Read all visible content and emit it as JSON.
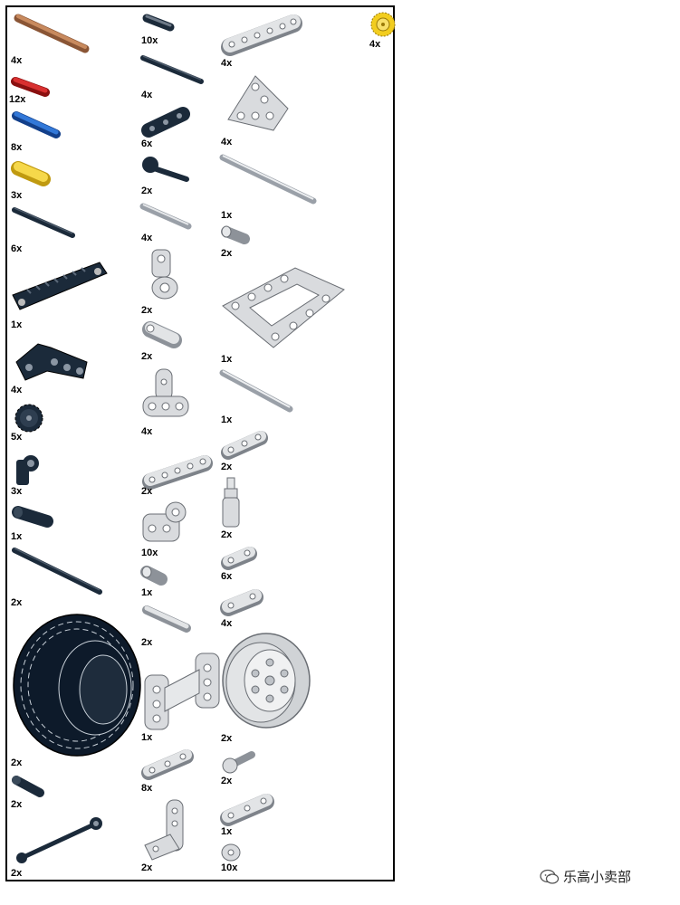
{
  "parts_list": {
    "column1": [
      {
        "qty": "4x",
        "part": "brown-axle"
      },
      {
        "qty": "12x",
        "part": "red-friction-pin"
      },
      {
        "qty": "8x",
        "part": "blue-axle-pin"
      },
      {
        "qty": "3x",
        "part": "yellow-connector"
      },
      {
        "qty": "6x",
        "part": "black-axle"
      },
      {
        "qty": "1x",
        "part": "black-gear-rack-beam"
      },
      {
        "qty": "4x",
        "part": "black-bent-liftarm"
      },
      {
        "qty": "5x",
        "part": "black-gear"
      },
      {
        "qty": "3x",
        "part": "black-axle-connector"
      },
      {
        "qty": "1x",
        "part": "black-bush"
      },
      {
        "qty": "2x",
        "part": "black-long-axle"
      },
      {
        "qty": "2x",
        "part": "black-tire"
      },
      {
        "qty": "2x",
        "part": "black-pin-small"
      },
      {
        "qty": "2x",
        "part": "black-link-rod"
      }
    ],
    "column2": [
      {
        "qty": "10x",
        "part": "gray-pin"
      },
      {
        "qty": "4x",
        "part": "black-long-axle"
      },
      {
        "qty": "6x",
        "part": "black-thin-liftarm"
      },
      {
        "qty": "2x",
        "part": "black-axle-stop"
      },
      {
        "qty": "4x",
        "part": "gray-axle"
      },
      {
        "qty": "2x",
        "part": "gray-cross-block"
      },
      {
        "qty": "2x",
        "part": "gray-pin-connector"
      },
      {
        "qty": "4x",
        "part": "gray-t-beam"
      },
      {
        "qty": "2x",
        "part": "gray-liftarm-5"
      },
      {
        "qty": "10x",
        "part": "gray-double-cross-block"
      },
      {
        "qty": "1x",
        "part": "gray-bush"
      },
      {
        "qty": "2x",
        "part": "gray-axle-pin"
      },
      {
        "qty": "1x",
        "part": "gray-h-frame"
      },
      {
        "qty": "8x",
        "part": "gray-thin-liftarm"
      },
      {
        "qty": "2x",
        "part": "gray-l-beam"
      }
    ],
    "column3": [
      {
        "qty": "4x",
        "part": "gray-liftarm-7"
      },
      {
        "qty": "4x",
        "part": "gray-triangle-beam"
      },
      {
        "qty": "1x",
        "part": "gray-long-axle"
      },
      {
        "qty": "2x",
        "part": "gray-bush-small"
      },
      {
        "qty": "1x",
        "part": "gray-open-frame"
      },
      {
        "qty": "1x",
        "part": "gray-axle-medium"
      },
      {
        "qty": "2x",
        "part": "gray-liftarm-3"
      },
      {
        "qty": "2x",
        "part": "gray-shock-absorber"
      },
      {
        "qty": "6x",
        "part": "gray-liftarm-2"
      },
      {
        "qty": "4x",
        "part": "gray-liftarm-2b"
      },
      {
        "qty": "2x",
        "part": "gray-wheel-rim"
      },
      {
        "qty": "2x",
        "part": "gray-axle-pin-ball"
      },
      {
        "qty": "1x",
        "part": "gray-liftarm-3b"
      },
      {
        "qty": "10x",
        "part": "gray-bush-half"
      }
    ],
    "column4": [
      {
        "qty": "4x",
        "part": "yellow-gear"
      }
    ]
  },
  "watermark": {
    "text": "乐高小卖部"
  },
  "colors": {
    "brown": "#b0704a",
    "red": "#c41a1a",
    "blue": "#1f5fbf",
    "yellow": "#f2cd1f",
    "black": "#1b2a3a",
    "gray": "#d9dbde",
    "dark_gray": "#5a5f66"
  }
}
